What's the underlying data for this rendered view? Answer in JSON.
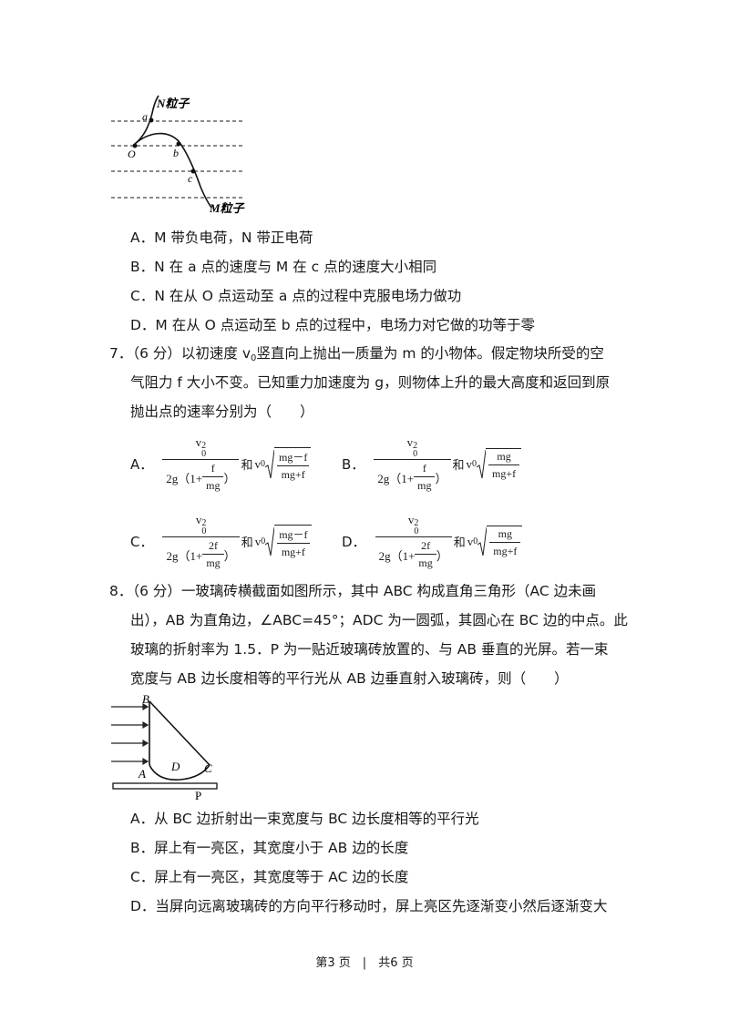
{
  "fig1": {
    "label_n": "N粒子",
    "label_m": "M粒子",
    "point_a": "a",
    "point_o": "O",
    "point_b": "b",
    "point_c": "c"
  },
  "q6": {
    "options": [
      "A．M 带负电荷，N 带正电荷",
      "B．N 在 a 点的速度与 M 在 c 点的速度大小相同",
      "C．N 在从 O 点运动至 a 点的过程中克服电场力做功",
      "D．M 在从 O 点运动至 b 点的过程中，电场力对它做的功等于零"
    ]
  },
  "q7": {
    "lines": [
      "（6 分）以初速度 v",
      "竖直向上抛出一质量为 m 的小物体。假定物块所受的空",
      "气阻力 f 大小不变。已知重力加速度为 g，则物体上升的最大高度和返回到原",
      "抛出点的速率分别为（　　）"
    ],
    "number": "7．",
    "sub0": "0",
    "options": [
      {
        "letter": "A．",
        "k": "",
        "top": "mg－f",
        "bot": "mg+f"
      },
      {
        "letter": "B．",
        "k": "",
        "top": "mg",
        "bot": "mg+f"
      },
      {
        "letter": "C．",
        "k": "2",
        "top": "mg－f",
        "bot": "mg+f"
      },
      {
        "letter": "D．",
        "k": "2",
        "top": "mg",
        "bot": "mg+f"
      }
    ],
    "v": "v",
    "sq": "2",
    "zero": "0",
    "den_left": "2g（1+",
    "den_right": "）",
    "f": "f",
    "mg": "mg",
    "and": "和"
  },
  "q8": {
    "number": "8．",
    "lines": [
      "（6 分）一玻璃砖横截面如图所示，其中 ABC 构成直角三角形（AC 边未画",
      "出），AB 为直角边，∠ABC=45°；ADC 为一圆弧，其圆心在 BC 边的中点。此",
      "玻璃的折射率为 1.5．P 为一贴近玻璃砖放置的、与 AB 垂直的光屏。若一束",
      "宽度与 AB 边长度相等的平行光从 AB 边垂直射入玻璃砖，则（　　）"
    ],
    "fig": {
      "b": "B",
      "a": "A",
      "d": "D",
      "c": "C",
      "p": "P"
    },
    "options": [
      "A．从 BC 边折射出一束宽度与 BC 边长度相等的平行光",
      "B．屏上有一亮区，其宽度小于 AB 边的长度",
      "C．屏上有一亮区，其宽度等于 AC 边的长度",
      "D．当屏向远离玻璃砖的方向平行移动时，屏上亮区先逐渐变小然后逐渐变大"
    ]
  },
  "footer": "第3 页　|　共6 页"
}
